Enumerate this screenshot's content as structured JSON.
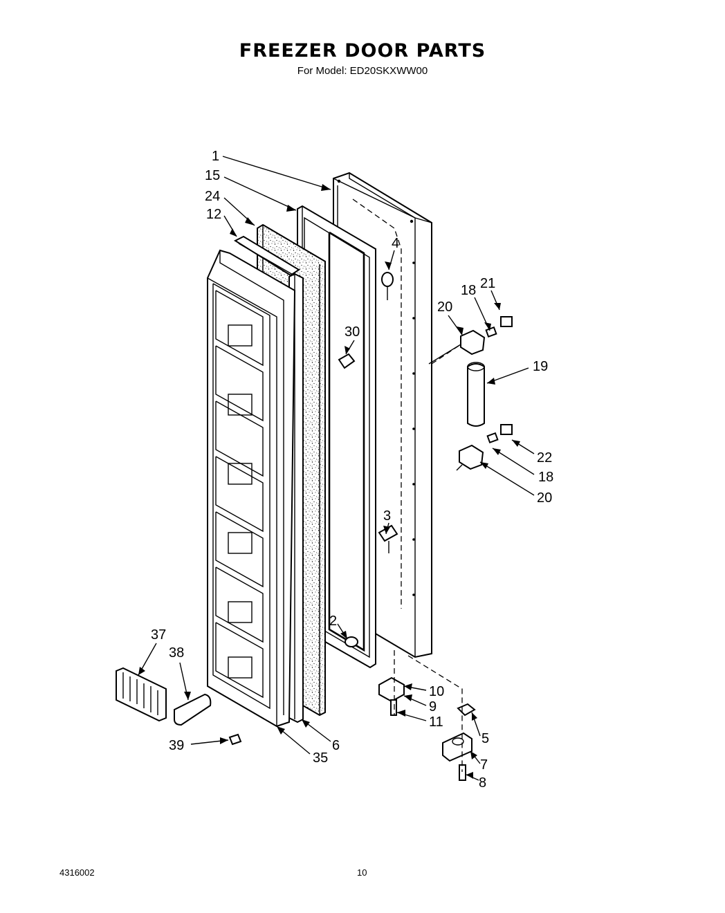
{
  "header": {
    "title": "FREEZER DOOR PARTS",
    "model_line": "For Model: ED20SKXWW00"
  },
  "footer": {
    "doc_number": "4316002",
    "page_number": "10"
  },
  "callouts": {
    "c1": "1",
    "c15": "15",
    "c24": "24",
    "c12": "12",
    "c4": "4",
    "c18a": "18",
    "c21": "21",
    "c20a": "20",
    "c30": "30",
    "c19": "19",
    "c22": "22",
    "c18b": "18",
    "c20b": "20",
    "c3": "3",
    "c2": "2",
    "c37": "37",
    "c38": "38",
    "c10": "10",
    "c9": "9",
    "c11": "11",
    "c5": "5",
    "c39": "39",
    "c6": "6",
    "c35": "35",
    "c7": "7",
    "c8": "8"
  }
}
